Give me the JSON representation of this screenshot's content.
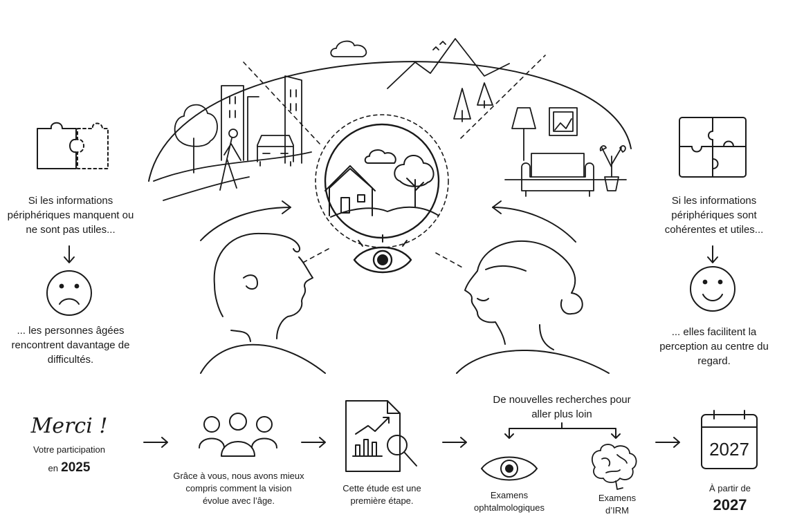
{
  "left": {
    "condition": "Si les informations périphériques manquent ou ne sont pas utiles...",
    "outcome": "... les personnes âgées rencontrent davantage de difficultés."
  },
  "right": {
    "condition": "Si les informations périphériques sont cohérentes et utiles...",
    "outcome": "... elles facilitent la perception au centre du regard."
  },
  "timeline": {
    "merci": "Merci !",
    "participation": "Votre participation",
    "en": "en",
    "year_participation": "2025",
    "understanding": "Grâce à vous, nous avons mieux compris comment la vision évolue avec l’âge.",
    "first_step": "Cette étude est une première étape.",
    "new_research": "De nouvelles recherches pour aller plus loin",
    "exam_eye": "Examens ophtalmologiques",
    "exam_mri": "Examens d’IRM",
    "calendar_year": "2027",
    "from_label": "À partir de",
    "from_year": "2027"
  }
}
